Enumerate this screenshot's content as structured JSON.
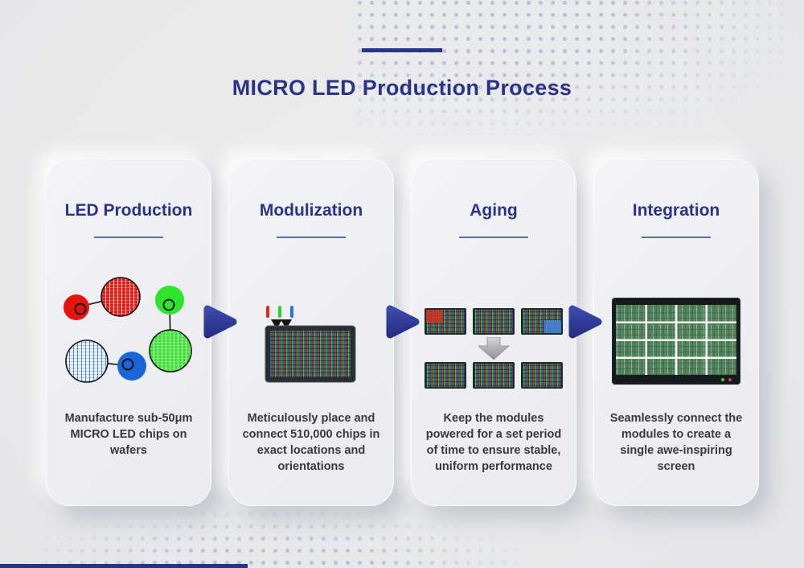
{
  "header": {
    "title": "MICRO LED Production Process"
  },
  "steps": [
    {
      "heading": "LED Production",
      "description": "Manufacture sub-50μm MICRO LED chips on wafers",
      "icon": "wafer-chips-icon"
    },
    {
      "heading": "Modulization",
      "description": "Meticulously place and connect 510,000 chips in exact locations and orientations",
      "icon": "chip-placement-module-icon"
    },
    {
      "heading": "Aging",
      "description": "Keep the modules powered for a set period of time to ensure stable, uniform performance",
      "icon": "aging-modules-icon"
    },
    {
      "heading": "Integration",
      "description": "Seamlessly connect the modules to create a single awe-inspiring screen",
      "icon": "integrated-screen-icon"
    }
  ],
  "colors": {
    "accent_navy": "#2b3389",
    "heading_underline": "#5b6cb5",
    "body_text": "#39393b",
    "background": "#e8e9eb",
    "dot_pattern": "#b7c0d8",
    "led_red": "#e8130c",
    "led_green": "#2ce62a",
    "led_blue": "#1a66d8",
    "arrow_navy": "#2e3995"
  }
}
